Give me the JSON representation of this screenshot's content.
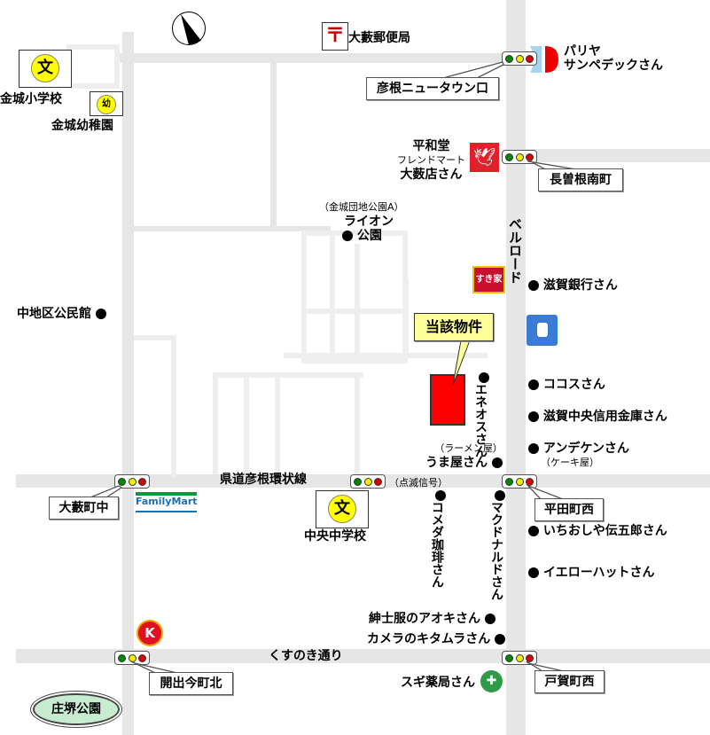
{
  "roads": {
    "prefectural": "県道彦根環状線",
    "kusunoki": "くすのき通り",
    "bell": "ベルロード"
  },
  "signals": {
    "hikone_nt": "彦根ニュータウン口",
    "nagasone": "長曽根南町",
    "oyabu": "大藪町中",
    "hirata": "平田町西",
    "kaide": "開出今町北",
    "toga": "戸賀町西",
    "blinking": "（点滅信号）"
  },
  "places": {
    "kinjo_elem": "金城小学校",
    "kinjo_kinder": "金城幼稚園",
    "post_office": "大藪郵便局",
    "paliya": [
      "パリヤ",
      "サンペデックさん"
    ],
    "heiwado": [
      "平和堂",
      "フレンドマート",
      "大薮店さん"
    ],
    "lion_park": [
      "（金城団地公園A）",
      "ライオン",
      "公園"
    ],
    "shiga_bank": "滋賀銀行さん",
    "community_hall": "中地区公民館",
    "property": "当該物件",
    "eneos": "エネオスさん",
    "cocos": "ココスさん",
    "shiga_chuo": "滋賀中央信用金庫さん",
    "andeken": "アンデケンさん",
    "andeken_note": "（ケーキ屋）",
    "umaya_note": "（ラーメン屋）",
    "umaya": "うま屋さん",
    "chuo_jhs": "中央中学校",
    "komeda": "コメダ珈琲さん",
    "mcdonalds": "マクドナルドさん",
    "ichioshiya": "いちおしや伝五郎さん",
    "yellowhat": "イエローハットさん",
    "aoki": "紳士服のアオキさん",
    "kitamura": "カメラのキタムラさん",
    "sugi": "スギ薬局さん",
    "shosakai_park": "庄堺公園",
    "familymart": "FamilyMart",
    "school_glyph": "文",
    "kinder_glyph": "幼",
    "sukiya": "すき家"
  },
  "colors": {
    "road": "#e6e6e6",
    "property": "#ff0000",
    "callout": "#ffff99",
    "school": "#ffff00"
  }
}
